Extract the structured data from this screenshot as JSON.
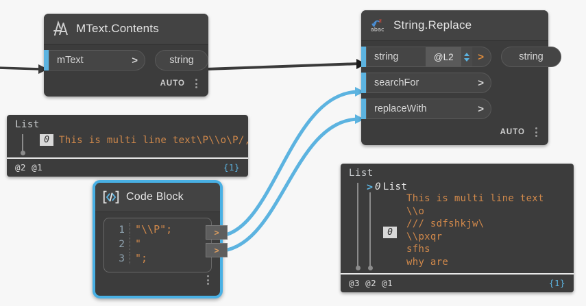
{
  "canvas": {
    "background": "#f7f7f7",
    "accent_blue": "#49b0e4",
    "node_bg": "#3c3c3c",
    "value_orange": "#d1894b"
  },
  "nodes": {
    "mtext": {
      "title": "MText.Contents",
      "icon": "mtext-aa-icon",
      "inputs": [
        {
          "name": "mText",
          "chevron": ">"
        }
      ],
      "outputs": [
        {
          "name": "string"
        }
      ],
      "footer": {
        "auto_label": "AUTO",
        "menu": "kebab-menu-icon"
      }
    },
    "string_replace": {
      "title": "String.Replace",
      "icon": "abac-string-icon",
      "inputs": [
        {
          "name": "string",
          "widget_value": "@L2",
          "chevron": ">"
        },
        {
          "name": "searchFor",
          "chevron": ">"
        },
        {
          "name": "replaceWith",
          "chevron": ">"
        }
      ],
      "outputs": [
        {
          "name": "string"
        }
      ],
      "footer": {
        "auto_label": "AUTO",
        "menu": "kebab-menu-icon"
      }
    },
    "code_block": {
      "title": "Code Block",
      "icon": "code-brackets-icon",
      "selected": true,
      "lines": [
        {
          "num": "1",
          "text": "\"\\\\P\";"
        },
        {
          "num": "2",
          "text": "\""
        },
        {
          "num": "3",
          "text": "\";"
        }
      ],
      "outputs": [
        {
          "chevron": ">"
        },
        {
          "chevron": ">"
        }
      ],
      "menu": "kebab-menu-icon"
    }
  },
  "watch_left": {
    "root_label": "List",
    "items": [
      {
        "index": "0",
        "value": "This is multi line text\\P\\\\o\\P/,"
      }
    ],
    "footer": {
      "ids": "@2 @1",
      "count": "{1}"
    }
  },
  "watch_right": {
    "root_label": "List",
    "child": {
      "caret": ">",
      "index": "0",
      "label": "List"
    },
    "inner_index": "0",
    "lines": [
      "This is multi line text",
      "\\\\o",
      "/// sdfshkjw\\",
      "\\\\pxqr",
      "sfhs",
      "why are"
    ],
    "footer": {
      "ids": "@3 @2 @1",
      "count": "{1}"
    }
  }
}
